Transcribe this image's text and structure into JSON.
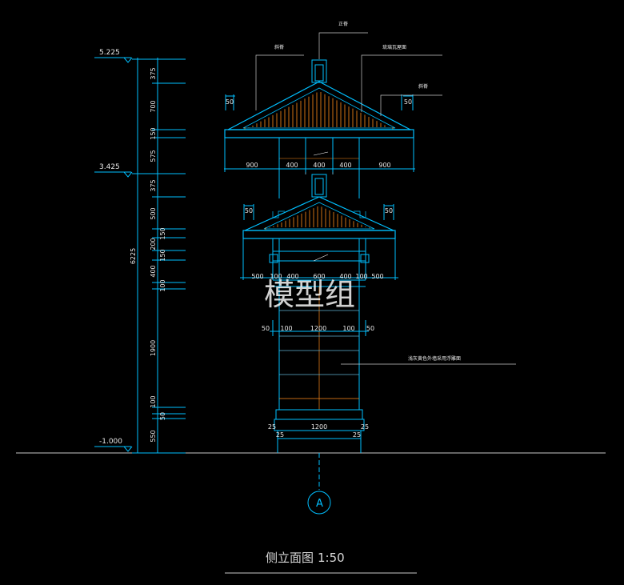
{
  "colors": {
    "background": "#000000",
    "outline": "#00bfff",
    "dimension": "#00bfff",
    "detail": "#ff8c1a",
    "text": "#e8e8e8"
  },
  "annotations": {
    "ridge": "正脊",
    "left_slope": "斜脊",
    "right_slope": "斜脊",
    "tile": "琉璃瓦屋面",
    "body": "浅灰黄色外墙采用浮雕面"
  },
  "levels": {
    "top": "5.225",
    "middle": "3.425",
    "bottom": "-1.000"
  },
  "vertical_dims": {
    "d1": "375",
    "d2": "700",
    "d3": "150",
    "d4": "575",
    "d5": "375",
    "d6": "500",
    "d7": "150",
    "d8": "200",
    "d9": "150",
    "d10": "400",
    "d11": "100",
    "d12": "1900",
    "d13": "100",
    "d14": "50",
    "d15": "550",
    "total": "6225"
  },
  "eave_dims": {
    "upper_a": "50",
    "upper_b": "50",
    "lower_a": "50",
    "lower_b": "50"
  },
  "upper_dims": {
    "a": "900",
    "b": "400",
    "c": "400",
    "d": "400",
    "e": "900"
  },
  "lower_dims": {
    "a": "500",
    "b": "100",
    "c": "400",
    "d": "600",
    "e": "400",
    "f": "100",
    "g": "500"
  },
  "shaft_dims": {
    "a": "50",
    "b": "100",
    "c": "1200",
    "d": "100",
    "e": "50"
  },
  "base_dims": {
    "a": "25",
    "b": "1200",
    "c": "25",
    "d": "25",
    "e": "25"
  },
  "axis_label": "A",
  "drawing_title": "侧立面图",
  "scale": "1:50",
  "watermark": "模型组"
}
